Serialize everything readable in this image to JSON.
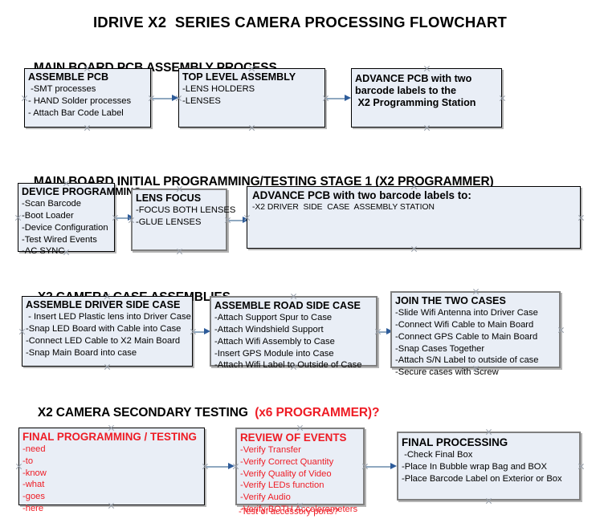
{
  "document": {
    "title": "IDRIVE X2  SERIES CAMERA PROCESSING FLOWCHART"
  },
  "colors": {
    "box_fill": "#e9eef6",
    "box_border": "#000000",
    "box_border_gray": "#7f7f7f",
    "accent_red": "#ee1c25",
    "connector_shaft": "#8fa8c0",
    "connector_head": "#2e5c9a",
    "text": "#000000",
    "page_background": "#ffffff"
  },
  "sections": [
    {
      "heading": "MAIN BOARD PCB ASSEMBLY PROCESS",
      "heading_accent": "",
      "nodes": [
        {
          "head": "ASSEMBLE PCB",
          "lines": [
            " -SMT processes",
            "- HAND Solder processes",
            "- Attach Bar Code Label"
          ]
        },
        {
          "head": "TOP LEVEL ASSEMBLY",
          "lines": [
            "-LENS HOLDERS",
            "-LENSES"
          ]
        },
        {
          "head": "ADVANCE PCB with two",
          "lines": [
            "barcode labels to the",
            " X2 Programming Station"
          ]
        }
      ]
    },
    {
      "heading": "MAIN BOARD INITIAL PROGRAMMING/TESTING STAGE 1 (X2 PROGRAMMER)",
      "heading_accent": "",
      "nodes": [
        {
          "head": "DEVICE PROGRAMMING",
          "lines": [
            "-Scan Barcode",
            "-Boot Loader",
            "-Device Configuration",
            "-Test Wired Events",
            "-AC SYNC"
          ]
        },
        {
          "head": "LENS FOCUS",
          "lines": [
            "-FOCUS BOTH LENSES",
            "-GLUE LENSES"
          ]
        },
        {
          "head": "ADVANCE PCB with two barcode labels to:",
          "lines": [
            "-X2 DRIVER  SIDE  CASE  ASSEMBLY STATION"
          ]
        }
      ]
    },
    {
      "heading": "X2 CAMERA CASE ASSEMBLIES",
      "heading_accent": "",
      "nodes": [
        {
          "head": "ASSEMBLE DRIVER SIDE CASE",
          "lines": [
            " - Insert LED Plastic lens into Driver Case",
            "-Snap LED Board with Cable into Case",
            "-Connect LED Cable to X2 Main Board",
            "-Snap Main Board into case"
          ]
        },
        {
          "head": "ASSEMBLE ROAD SIDE CASE",
          "lines": [
            "-Attach Support Spur to Case",
            "-Attach Windshield Support",
            "-Attach Wifi Assembly to Case",
            "-Insert GPS Module into Case",
            "-Attach Wifi Label to Outside of Case"
          ]
        },
        {
          "head": "JOIN THE TWO CASES",
          "lines": [
            "-Slide Wifi Antenna into Driver Case",
            "-Connect Wifi Cable to Main Board",
            "-Connect GPS Cable to Main Board",
            "-Snap Cases Together",
            "-Attach S/N Label to outside of case",
            "-Secure cases with Screw"
          ]
        }
      ]
    },
    {
      "heading": "X2 CAMERA SECONDARY TESTING ",
      "heading_accent": " (x6 PROGRAMMER)?",
      "nodes": [
        {
          "head": "FINAL PROGRAMMING / TESTING",
          "lines": [
            "-need",
            "-to",
            "-know",
            "-what",
            "-goes",
            "-here"
          ]
        },
        {
          "head": "REVIEW OF EVENTS",
          "lines": [
            "-Verify Transfer",
            "-Verify Correct Quantity",
            "-Verify Quality of Video",
            "-Verify LEDs function",
            "-Verify Audio",
            "-Verify BOTH Accelerometers"
          ],
          "overflow_line": "-Test of accessory ports?"
        },
        {
          "head": "FINAL PROCESSING",
          "lines": [
            " -Check Final Box",
            "-Place In Bubble wrap Bag and BOX",
            "-Place Barcode Label on Exterior or Box"
          ]
        }
      ]
    }
  ]
}
